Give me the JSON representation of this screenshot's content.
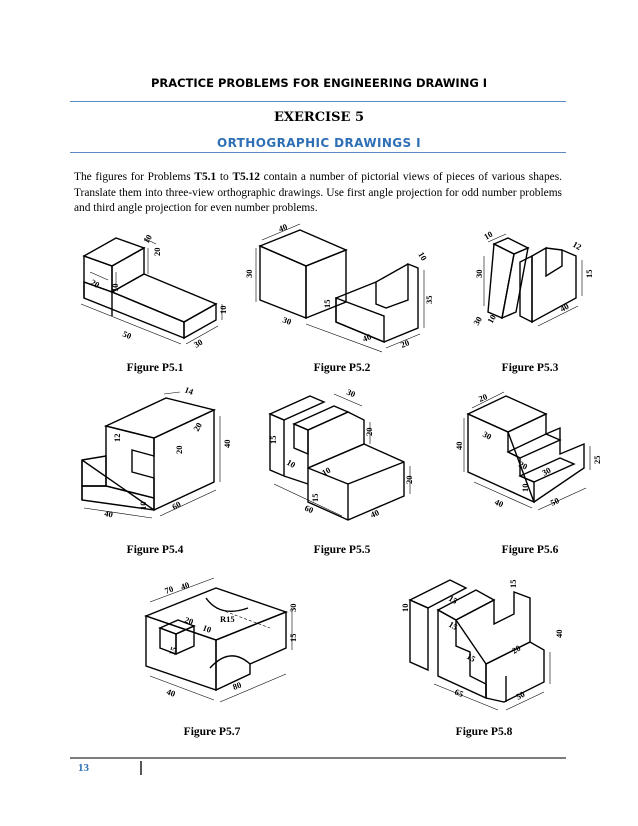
{
  "header": {
    "title": "PRACTICE PROBLEMS FOR ENGINEERING DRAWING I"
  },
  "exercise": {
    "title": "EXERCISE 5",
    "subtitle": "ORTHOGRAPHIC DRAWINGS I"
  },
  "intro": {
    "p1": "The figures for Problems ",
    "b1": "T5.1",
    "p2": " to ",
    "b2": "T5.12",
    "p3": " contain a number of pictorial views of pieces of various shapes. Translate them into three-view orthographic drawings. Use first angle projection for odd number problems and third angle projection for even number problems."
  },
  "figures": [
    {
      "caption": "Figure P5.1",
      "dims": [
        "10",
        "20",
        "20",
        "10",
        "10",
        "50",
        "30"
      ]
    },
    {
      "caption": "Figure P5.2",
      "dims": [
        "40",
        "30",
        "10",
        "15",
        "35",
        "30",
        "40",
        "20"
      ]
    },
    {
      "caption": "Figure P5.3",
      "dims": [
        "10",
        "30",
        "12",
        "15",
        "30",
        "10",
        "40"
      ]
    },
    {
      "caption": "Figure P5.4",
      "dims": [
        "14",
        "12",
        "20",
        "20",
        "40",
        "40",
        "10",
        "60"
      ]
    },
    {
      "caption": "Figure P5.5",
      "dims": [
        "30",
        "15",
        "20",
        "10",
        "10",
        "15",
        "20",
        "60",
        "40"
      ]
    },
    {
      "caption": "Figure P5.6",
      "dims": [
        "20",
        "30",
        "40",
        "20",
        "30",
        "25",
        "10",
        "40",
        "50"
      ]
    },
    {
      "caption": "Figure P5.7",
      "dims": [
        "70",
        "40",
        "R15",
        "30",
        "20",
        "10",
        "15",
        "15",
        "40",
        "80"
      ]
    },
    {
      "caption": "Figure P5.8",
      "dims": [
        "10",
        "15",
        "15",
        "15",
        "40",
        "20",
        "15",
        "65",
        "50"
      ]
    }
  ],
  "footer": {
    "page_number": "13"
  }
}
